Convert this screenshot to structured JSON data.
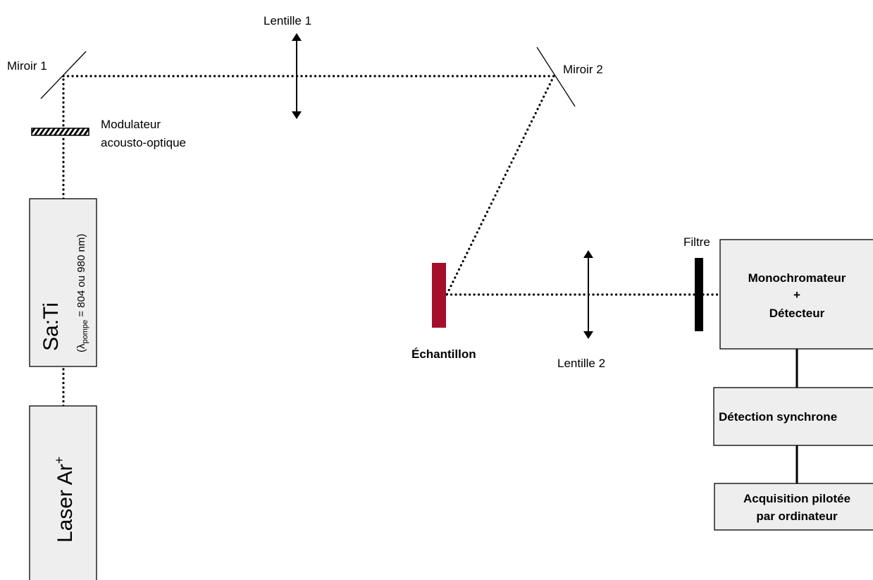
{
  "components": {
    "mirror1": "Miroir 1",
    "mirror2": "Miroir 2",
    "lens1": "Lentille 1",
    "lens2": "Lentille 2",
    "modulator_line1": "Modulateur",
    "modulator_line2": "acousto-optique",
    "sati_label": "Sa:Ti",
    "sati_lambda_open": "(λ",
    "sati_lambda_sub": "pompe",
    "sati_lambda_rest": " = 804  ou 980 nm)",
    "laser_label": "Laser Ar",
    "laser_sup": "+",
    "sample": "Échantillon",
    "filter": "Filtre",
    "mono_line1": "Monochromateur",
    "mono_line2": "+",
    "mono_line3": "Détecteur",
    "lockin": "Détection synchrone",
    "acq_line1": "Acquisition pilotée",
    "acq_line2": "par ordinateur"
  },
  "colors": {
    "sample": "#a50f2b",
    "box_fill": "#eeeeee",
    "beam": "#000000"
  }
}
